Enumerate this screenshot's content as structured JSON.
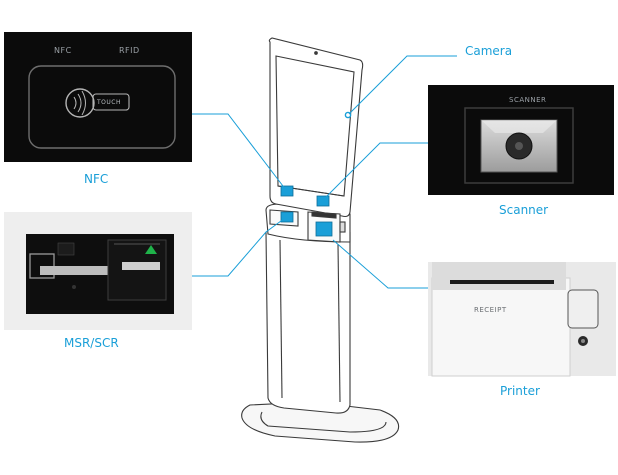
{
  "labels": {
    "camera": "Camera",
    "nfc": "NFC",
    "scanner": "Scanner",
    "msr": "MSR/SCR",
    "printer": "Printer"
  },
  "panels": {
    "nfc_title_left": "NFC",
    "nfc_title_right": "RFID",
    "nfc_touch": "TOUCH",
    "scanner_title": "SCANNER",
    "printer_text": "RECEIPT"
  },
  "colors": {
    "accent": "#1a9fd8",
    "panel_dark": "#0b0b0b",
    "kiosk_line": "#3a3a3a"
  }
}
